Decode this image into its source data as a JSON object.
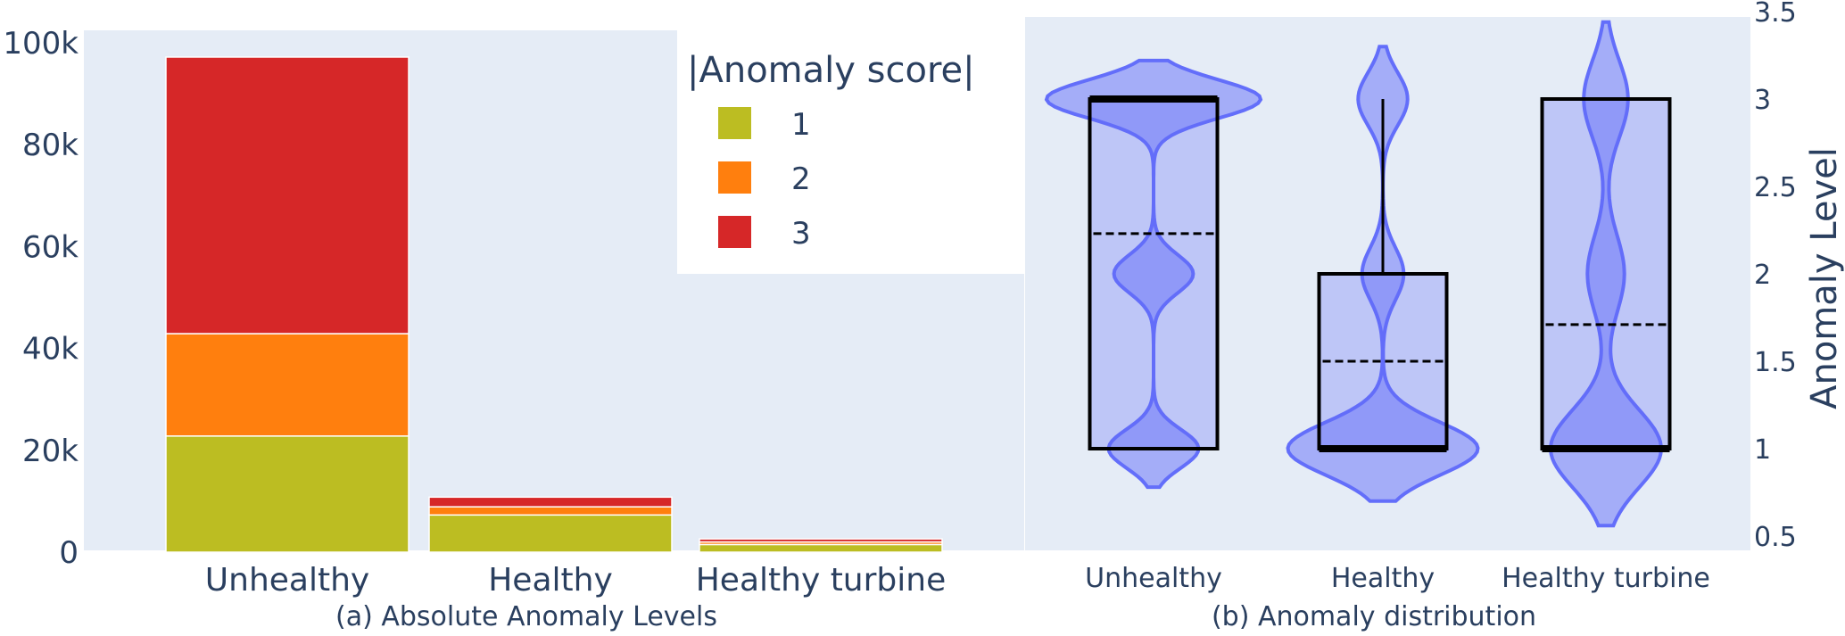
{
  "chart_data": [
    {
      "type": "bar",
      "barmode": "stack",
      "title": "(a) Absolute Anomaly Levels",
      "xlabel": "",
      "ylabel": "",
      "categories": [
        "Unhealthy",
        "Healthy",
        "Healthy turbine"
      ],
      "series": [
        {
          "name": "1",
          "color": "#bcbd22",
          "values": [
            22800,
            7300,
            1500
          ]
        },
        {
          "name": "2",
          "color": "#ff7f0e",
          "values": [
            20100,
            1600,
            500
          ]
        },
        {
          "name": "3",
          "color": "#d62728",
          "values": [
            54300,
            1900,
            600
          ]
        }
      ],
      "ylim": [
        0,
        100000
      ],
      "yticks": [
        0,
        20000,
        40000,
        60000,
        80000,
        100000
      ],
      "ytick_labels": [
        "0",
        "20k",
        "40k",
        "60k",
        "80k",
        "100k"
      ],
      "legend": {
        "title": "|Anomaly score|",
        "placement": "top-right"
      },
      "grid": false
    },
    {
      "type": "violin",
      "title": "(b) Anomaly distribution",
      "ylabel": "Anomaly Level",
      "categories": [
        "Unhealthy",
        "Healthy",
        "Healthy turbine"
      ],
      "ylim": [
        0.5,
        3.5
      ],
      "yticks": [
        0.5,
        1,
        1.5,
        2,
        2.5,
        3,
        3.5
      ],
      "ytick_labels": [
        "0.5",
        "1",
        "1.5",
        "2",
        "2.5",
        "3",
        "3.5"
      ],
      "violin_color": "#636efa",
      "violins": [
        {
          "levels": [
            1,
            2,
            3
          ],
          "counts": [
            22800,
            20100,
            54300
          ],
          "bandwidth": 0.11,
          "box": {
            "q1": 1,
            "median": 3,
            "q3": 3,
            "whisker_low": 1,
            "whisker_high": 3,
            "mean": 2.23
          }
        },
        {
          "levels": [
            1,
            2,
            3
          ],
          "counts": [
            7300,
            1600,
            1900
          ],
          "bandwidth": 0.15,
          "box": {
            "q1": 1,
            "median": 1,
            "q3": 2,
            "whisker_low": 1,
            "whisker_high": 3,
            "mean": 1.5
          }
        },
        {
          "levels": [
            1,
            2,
            3
          ],
          "counts": [
            1500,
            500,
            600
          ],
          "bandwidth": 0.22,
          "box": {
            "q1": 1,
            "median": 1,
            "q3": 3,
            "whisker_low": 1,
            "whisker_high": 3,
            "mean": 1.71
          }
        }
      ],
      "grid": false
    }
  ]
}
